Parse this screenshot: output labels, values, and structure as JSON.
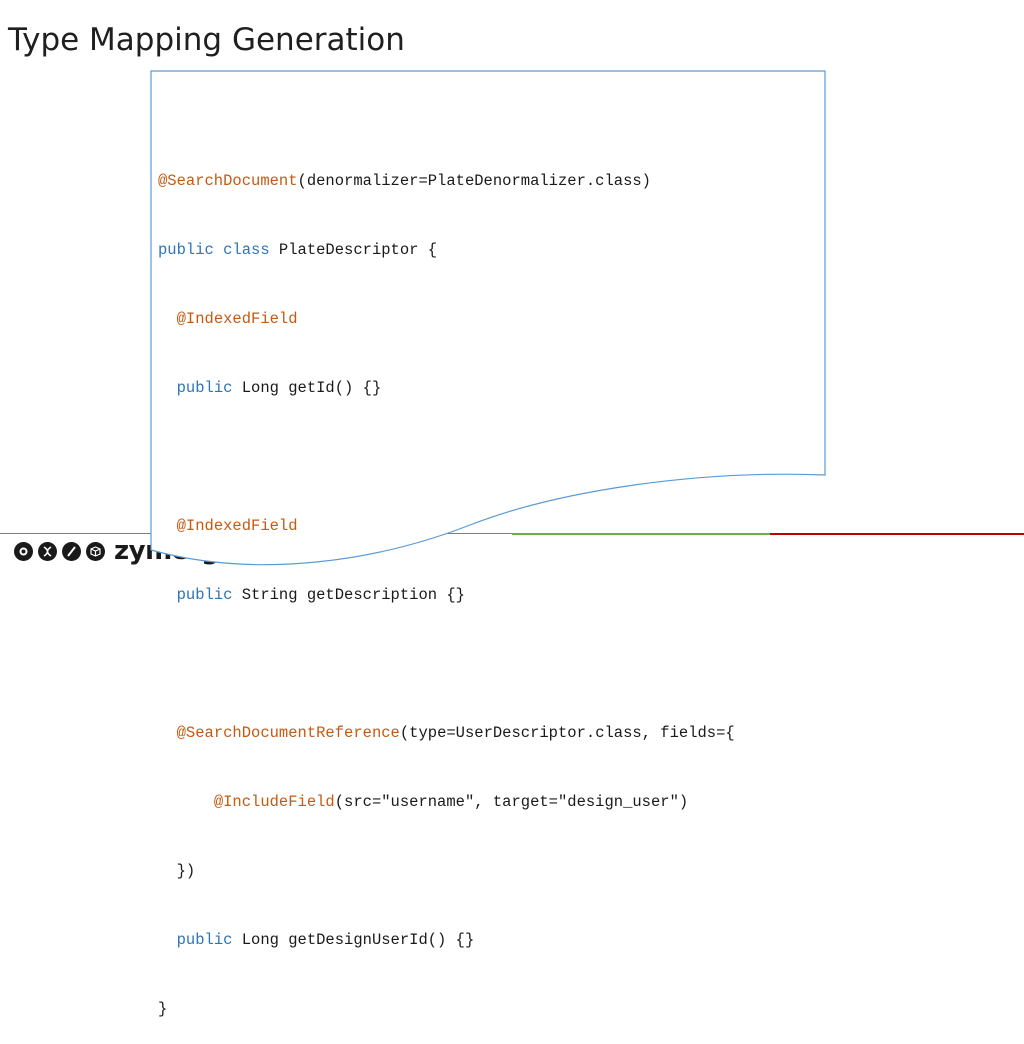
{
  "slide": {
    "title": "Type Mapping Generation"
  },
  "logo": {
    "text": "zymerge",
    "icons": [
      "gear-icon",
      "dna-icon",
      "slash-icon",
      "box-icon"
    ]
  },
  "colors": {
    "annotation": "#c55a11",
    "keyword": "#2e75b6",
    "rule_gray": "#7f7f7f",
    "rule_green": "#70ad47",
    "rule_red": "#c00000",
    "doc_border": "#5b9bd5"
  },
  "code": {
    "l1_ann": "@SearchDocument",
    "l1_rest": "(denormalizer=PlateDenormalizer.class)",
    "l2_kw": "public class",
    "l2_rest": " PlateDescriptor {",
    "l3_ann": "@IndexedField",
    "l4_kw": "public",
    "l4_rest": " Long getId() {}",
    "l6_ann": "@IndexedField",
    "l7_kw": "public",
    "l7_rest": " String getDescription {}",
    "l9_ann": "@SearchDocumentReference",
    "l9_rest": "(type=UserDescriptor.class, fields={",
    "l10_ann": "@IncludeField",
    "l10_rest": "(src=\"username\", target=\"design_user\")",
    "l11": "})",
    "l12_kw": "public",
    "l12_rest": " Long getDesignUserId() {}",
    "l13": "}"
  }
}
